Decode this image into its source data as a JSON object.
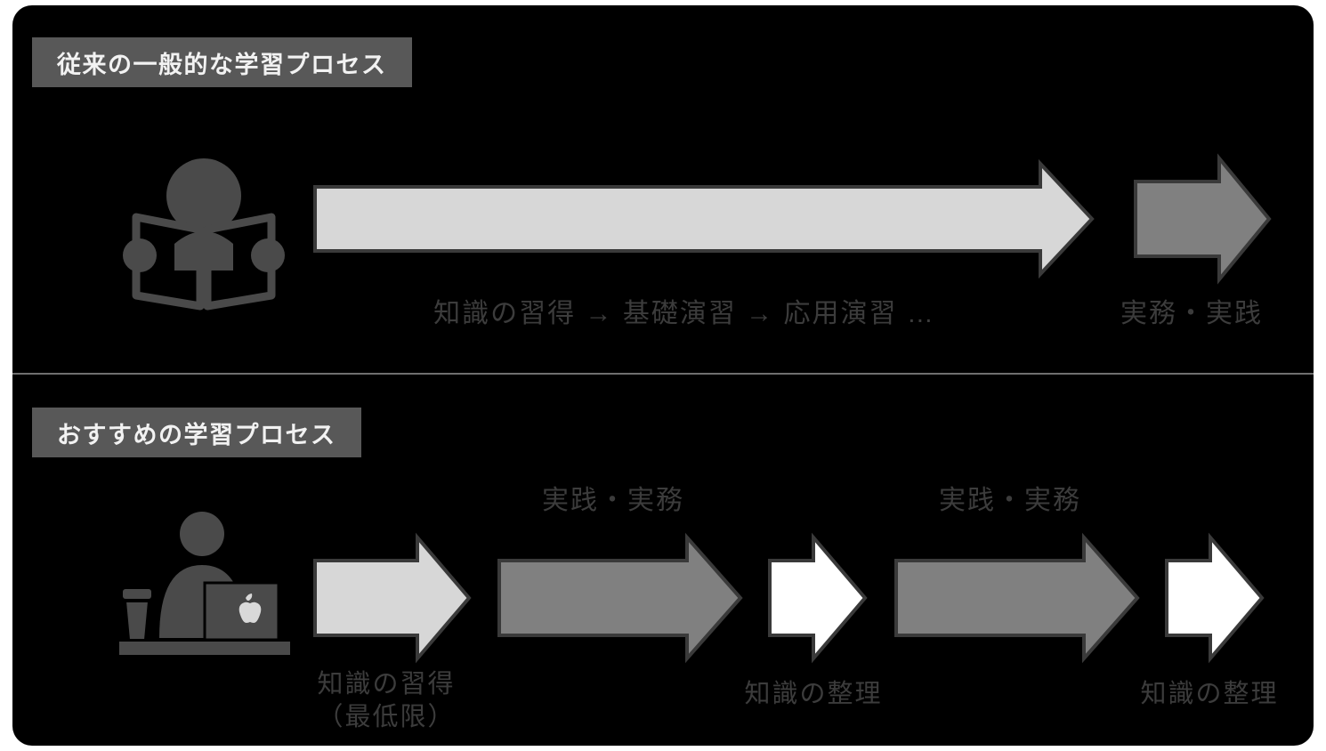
{
  "panel": {
    "background": "#000000",
    "divider_color": "#6f6f6f"
  },
  "sections": {
    "top": {
      "badge_label": "従来の一般的な学習プロセス",
      "badge_bg": "#585858",
      "badge_text_color": "#f2f2f2",
      "icon": "person-reading-book-icon",
      "steps_label": "知識の習得 → 基礎演習 → 応用演習 …",
      "outcome_label": "実務・実践",
      "arrows": [
        {
          "name": "long-study-arrow",
          "fill": "#d7d7d7",
          "stroke": "#3a3a3a"
        },
        {
          "name": "practice-arrow",
          "fill": "#808080",
          "stroke": "#3a3a3a"
        }
      ]
    },
    "bottom": {
      "badge_label": "おすすめの学習プロセス",
      "badge_bg": "#585858",
      "badge_text_color": "#f2f2f2",
      "icon": "person-at-laptop-desk-icon",
      "arrows": [
        {
          "name": "acquire-arrow",
          "fill": "#d7d7d7",
          "stroke": "#3a3a3a"
        },
        {
          "name": "practice-arrow-1",
          "fill": "#808080",
          "stroke": "#3a3a3a"
        },
        {
          "name": "organize-arrow-1",
          "fill": "#ffffff",
          "stroke": "#3a3a3a"
        },
        {
          "name": "practice-arrow-2",
          "fill": "#808080",
          "stroke": "#3a3a3a"
        },
        {
          "name": "organize-arrow-2",
          "fill": "#ffffff",
          "stroke": "#3a3a3a"
        }
      ],
      "labels": {
        "practice_1": "実践・実務",
        "practice_2": "実践・実務",
        "acquire_line1": "知識の習得",
        "acquire_line2": "（最低限）",
        "organize_1": "知識の整理",
        "organize_2": "知識の整理"
      }
    }
  },
  "colors": {
    "light_gray_arrow": "#d7d7d7",
    "mid_gray_arrow": "#808080",
    "white_arrow": "#ffffff",
    "arrow_outline": "#3a3a3a",
    "label_text": "#3c3c3c",
    "icon_fill": "#4a4a4a"
  }
}
